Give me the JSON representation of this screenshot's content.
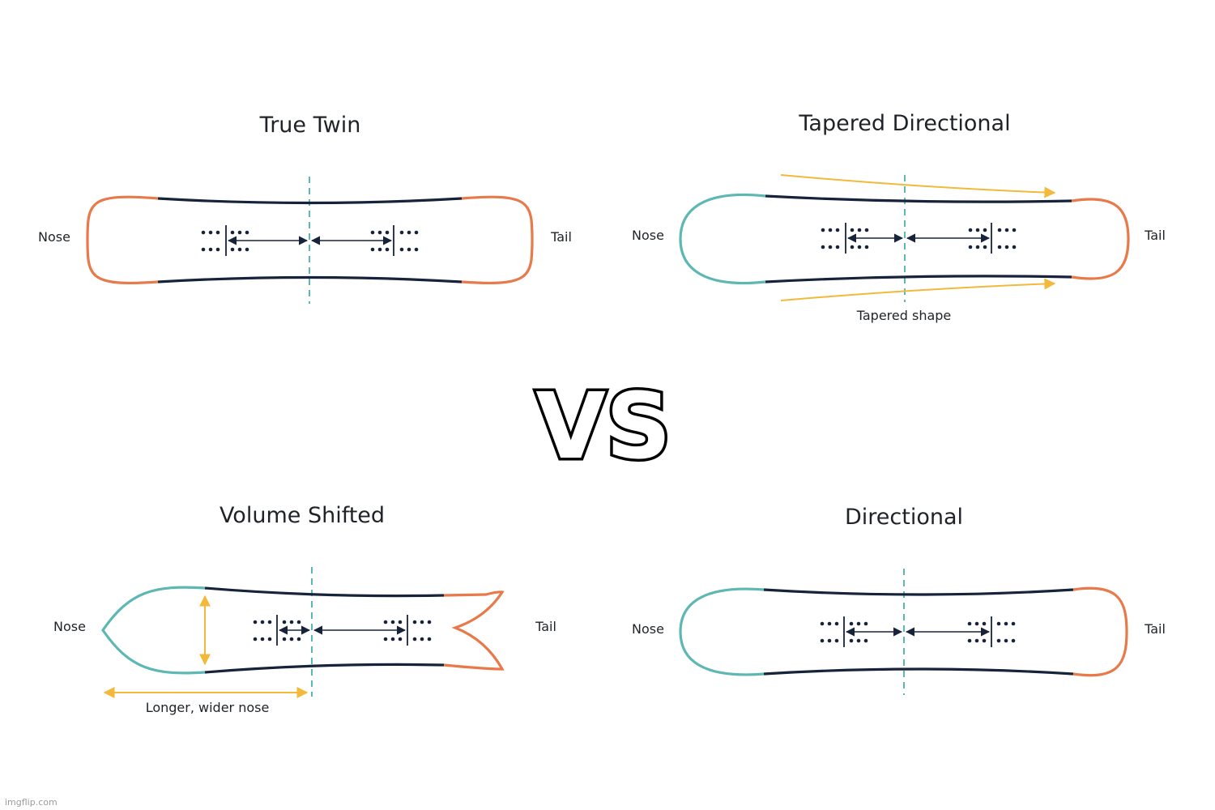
{
  "boards": {
    "true_twin": {
      "title": "True Twin",
      "nose": "Nose",
      "tail": "Tail"
    },
    "tapered_directional": {
      "title": "Tapered Directional",
      "nose": "Nose",
      "tail": "Tail",
      "note": "Tapered shape"
    },
    "volume_shifted": {
      "title": "Volume Shifted",
      "nose": "Nose",
      "tail": "Tail",
      "note": "Longer, wider nose"
    },
    "directional": {
      "title": "Directional",
      "nose": "Nose",
      "tail": "Tail"
    }
  },
  "vs_label": "VS",
  "watermark": "imgflip.com",
  "colors": {
    "edge": "#16233a",
    "twin_tip": "#e8794a",
    "directional_nose": "#5db8b3",
    "centerline": "#5db8b3",
    "annotation": "#f2b93b"
  }
}
